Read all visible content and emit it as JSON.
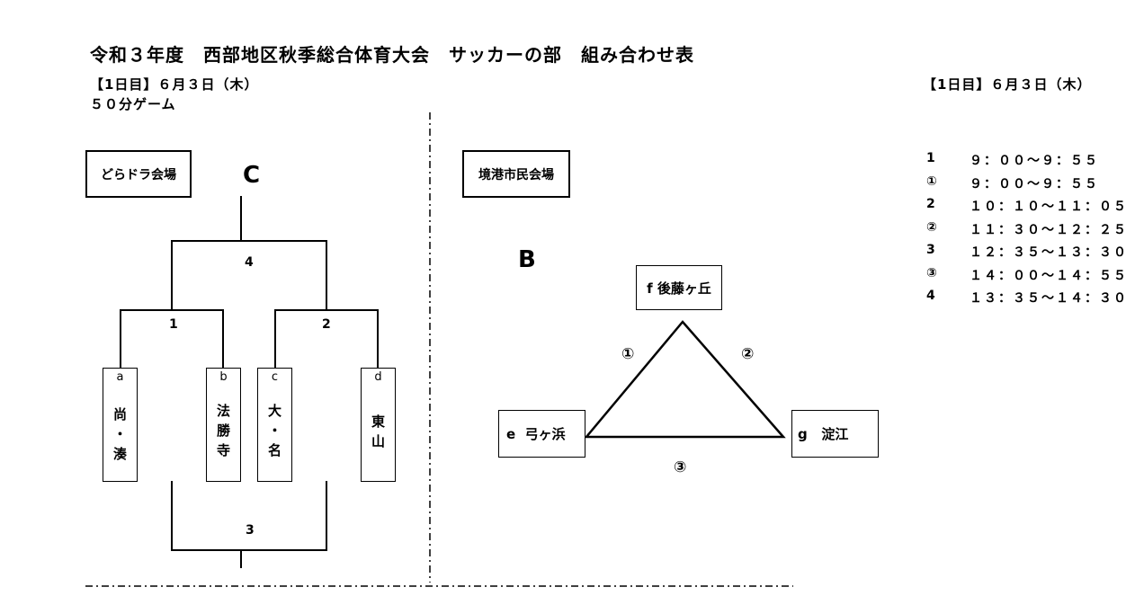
{
  "header": {
    "title": "令和３年度　西部地区秋季総合体育大会　サッカーの部　組み合わせ表",
    "day_left": "【1日目】６月３日（木）",
    "game_length": "５０分ゲーム",
    "day_right": "【1日目】６月３日（木）"
  },
  "venue_c": {
    "name": "どらドラ会場",
    "group": "C",
    "teams": [
      {
        "code": "a",
        "name": "尚\n・\n湊"
      },
      {
        "code": "b",
        "name": "法\n勝\n寺"
      },
      {
        "code": "c",
        "name": "大\n・\n名"
      },
      {
        "code": "d",
        "name": "東\n山"
      }
    ],
    "match_numbers": {
      "m1": "1",
      "m2": "2",
      "m3": "3",
      "m4": "4"
    }
  },
  "venue_b": {
    "name": "境港市民会場",
    "group": "B",
    "teams": {
      "top": "f 後藤ヶ丘",
      "left": "e  弓ヶ浜",
      "right": "g   淀江"
    },
    "match_numbers": {
      "left": "①",
      "right": "②",
      "bottom": "③"
    }
  },
  "schedule": [
    {
      "no": "1",
      "time": "９：００～９：５５"
    },
    {
      "no": "①",
      "time": "９：００～９：５５"
    },
    {
      "no": "2",
      "time": "１０：１０～１１：０５"
    },
    {
      "no": "②",
      "time": "１１：３０～１２：２５"
    },
    {
      "no": "3",
      "time": "１２：３５～１３：３０"
    },
    {
      "no": "③",
      "time": "１４：００～１４：５５"
    },
    {
      "no": "4",
      "time": "１３：３５～１４：３０"
    }
  ]
}
